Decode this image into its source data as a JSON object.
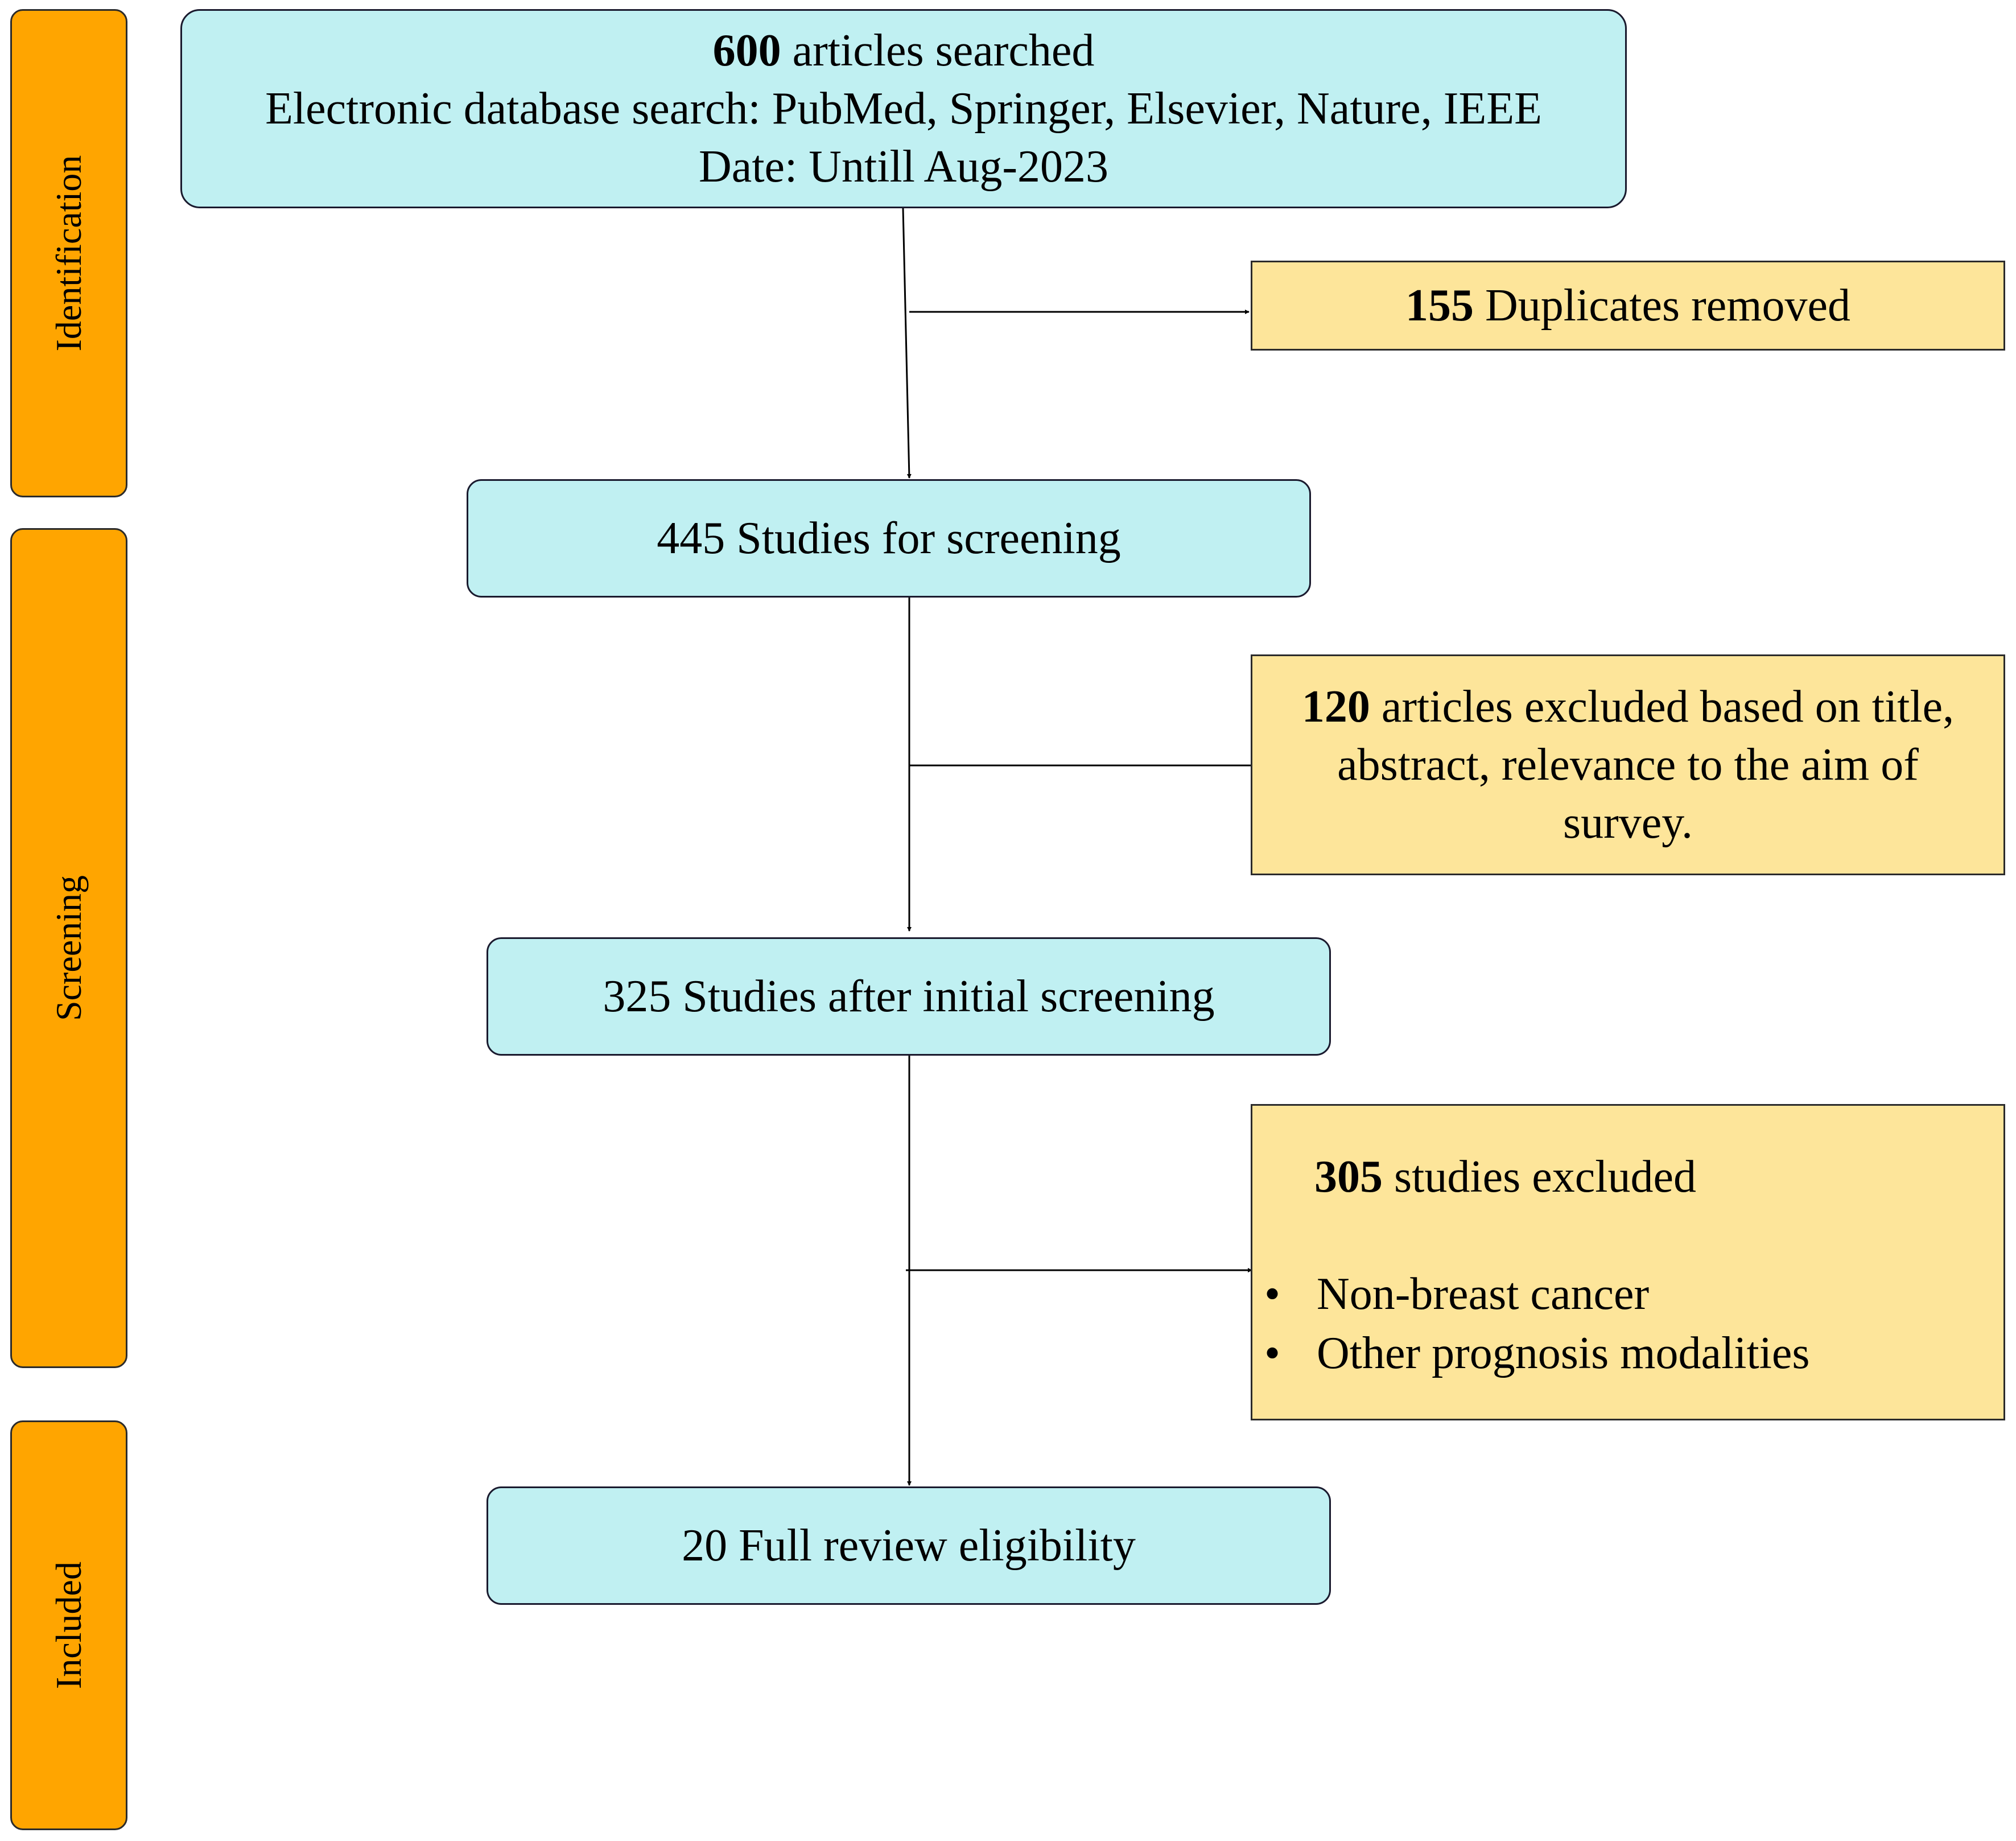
{
  "stages": [
    {
      "id": "identification",
      "label": "Identification"
    },
    {
      "id": "screening",
      "label": "Screening"
    },
    {
      "id": "included",
      "label": "Included"
    }
  ],
  "search_box": {
    "count": "600",
    "count_text": " articles searched",
    "line2": "Electronic database search: PubMed, Springer, Elsevier, Nature, IEEE",
    "line3": "Date: Untill Aug-2023"
  },
  "duplicates_box": {
    "count": "155",
    "text": " Duplicates removed"
  },
  "screening_box": {
    "text": "445 Studies for screening"
  },
  "excluded_title_box": {
    "count": "120",
    "line1_rest": " articles excluded based on title,",
    "line2": "abstract, relevance to the aim of",
    "line3": "survey."
  },
  "initial_screening_box": {
    "text": "325 Studies after initial screening"
  },
  "excluded_studies_box": {
    "count": "305",
    "text": " studies excluded",
    "bullet": "•",
    "reasons": [
      "Non-breast cancer",
      "Other prognosis modalities"
    ]
  },
  "included_box": {
    "text": "20 Full review eligibility"
  },
  "colors": {
    "stage_tab": "#FFA500",
    "flow_box": "#C0F0F2",
    "exclusion_box": "#FDE59A"
  }
}
